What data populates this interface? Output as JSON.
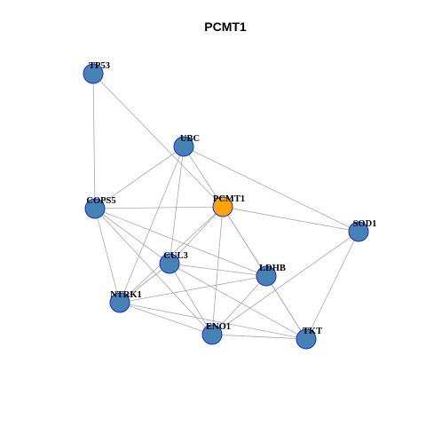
{
  "title": "PCMT1",
  "colors": {
    "node_default": "#4682b4",
    "node_highlight": "#ffa500",
    "node_border": "#1c2bd9",
    "edge": "#a9a9a9",
    "background": "#ffffff"
  },
  "nodes": [
    {
      "id": "TP53",
      "label": "TP53",
      "highlight": false
    },
    {
      "id": "UBC",
      "label": "UBC",
      "highlight": false
    },
    {
      "id": "COPS5",
      "label": "COPS5",
      "highlight": false
    },
    {
      "id": "PCMT1",
      "label": "PCMT1",
      "highlight": true
    },
    {
      "id": "SOD1",
      "label": "SOD1",
      "highlight": false
    },
    {
      "id": "CUL3",
      "label": "CUL3",
      "highlight": false
    },
    {
      "id": "LDHB",
      "label": "LDHB",
      "highlight": false
    },
    {
      "id": "NTRK1",
      "label": "NTRK1",
      "highlight": false
    },
    {
      "id": "ENO1",
      "label": "ENO1",
      "highlight": false
    },
    {
      "id": "TKT",
      "label": "TKT",
      "highlight": false
    }
  ],
  "edges": [
    [
      "TP53",
      "COPS5"
    ],
    [
      "TP53",
      "PCMT1"
    ],
    [
      "UBC",
      "COPS5"
    ],
    [
      "UBC",
      "SOD1"
    ],
    [
      "UBC",
      "CUL3"
    ],
    [
      "UBC",
      "NTRK1"
    ],
    [
      "UBC",
      "PCMT1"
    ],
    [
      "COPS5",
      "PCMT1"
    ],
    [
      "COPS5",
      "CUL3"
    ],
    [
      "COPS5",
      "LDHB"
    ],
    [
      "COPS5",
      "NTRK1"
    ],
    [
      "COPS5",
      "ENO1"
    ],
    [
      "PCMT1",
      "SOD1"
    ],
    [
      "PCMT1",
      "CUL3"
    ],
    [
      "PCMT1",
      "NTRK1"
    ],
    [
      "PCMT1",
      "LDHB"
    ],
    [
      "PCMT1",
      "ENO1"
    ],
    [
      "PCMT1",
      "TKT"
    ],
    [
      "SOD1",
      "ENO1"
    ],
    [
      "SOD1",
      "TKT"
    ],
    [
      "CUL3",
      "LDHB"
    ],
    [
      "CUL3",
      "ENO1"
    ],
    [
      "CUL3",
      "NTRK1"
    ],
    [
      "CUL3",
      "TKT"
    ],
    [
      "LDHB",
      "NTRK1"
    ],
    [
      "LDHB",
      "ENO1"
    ],
    [
      "LDHB",
      "TKT"
    ],
    [
      "NTRK1",
      "ENO1"
    ],
    [
      "NTRK1",
      "TKT"
    ],
    [
      "ENO1",
      "TKT"
    ]
  ]
}
